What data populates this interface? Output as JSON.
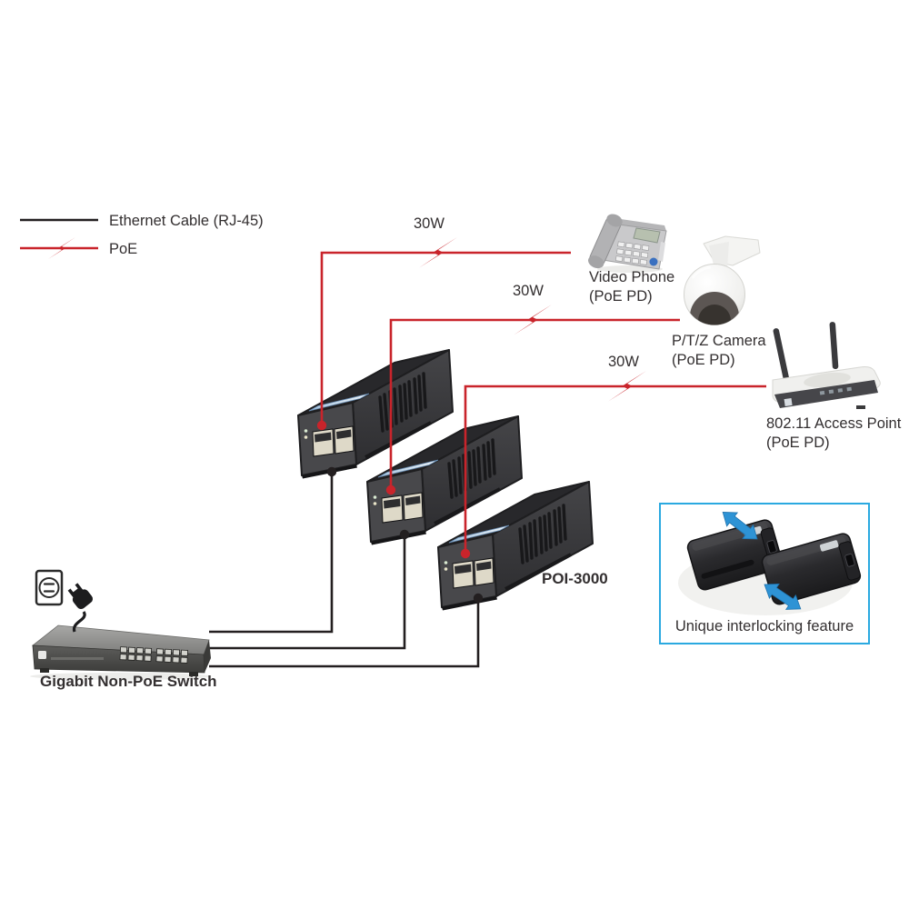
{
  "legend": {
    "ethernet_label": "Ethernet Cable (RJ-45)",
    "poe_label": "PoE"
  },
  "power_labels": [
    "30W",
    "30W",
    "30W"
  ],
  "devices": {
    "video_phone": {
      "name": "Video Phone",
      "pd": "(PoE PD)"
    },
    "ptz_camera": {
      "name": "P/T/Z Camera",
      "pd": "(PoE PD)"
    },
    "access_point": {
      "name": "802.11 Access Point",
      "pd": "(PoE PD)"
    },
    "injector": {
      "model": "POI-3000"
    },
    "network_switch": {
      "name": "Gigabit Non-PoE Switch"
    }
  },
  "callout": {
    "caption": "Unique interlocking feature"
  },
  "icons": {
    "poe_bolt": "lightning-zigzag",
    "power_outlet": "wall-socket",
    "power_plug": "two-prong-plug",
    "interlock_arrows": "blue-slide-arrows"
  },
  "colors": {
    "poe_red": "#c9242b",
    "cable_black": "#231f20",
    "callout_border": "#2aa9e0",
    "arrow_blue": "#2e93d5",
    "text": "#332f30"
  }
}
